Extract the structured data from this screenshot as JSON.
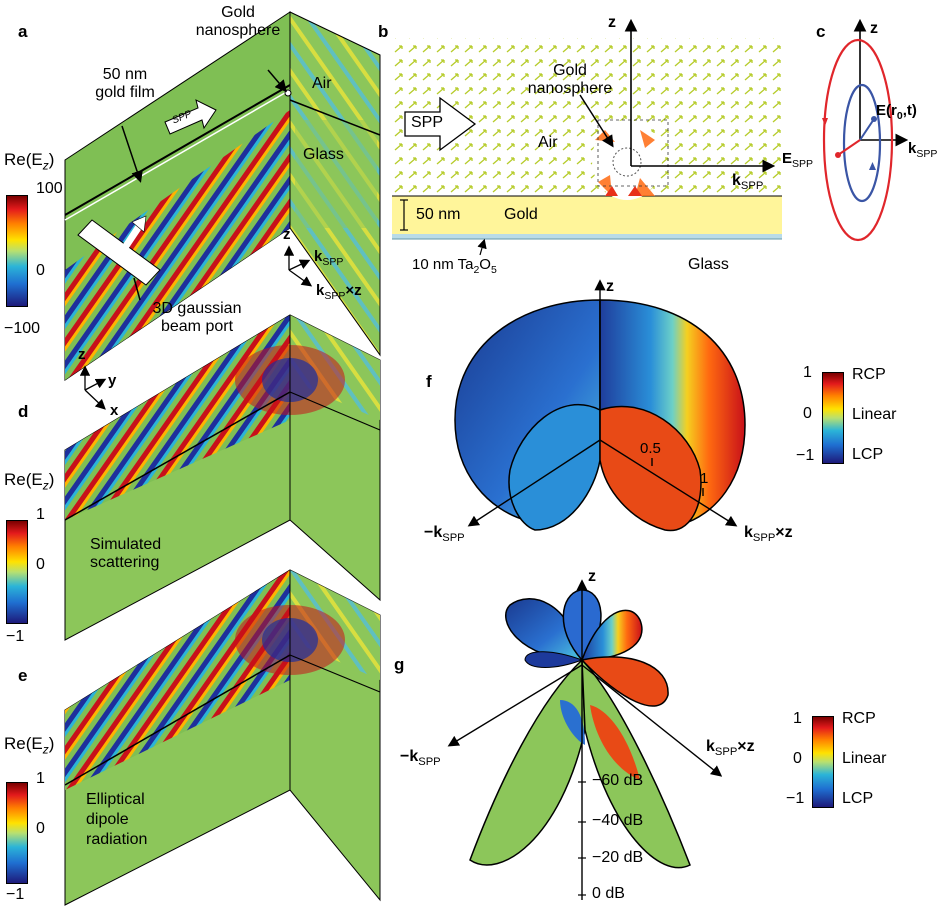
{
  "panels": {
    "a": {
      "label": "a",
      "gold_nanosphere": [
        "Gold",
        "nanosphere"
      ],
      "gold_film": [
        "50 nm",
        "gold film"
      ],
      "spp_badge": "SPP",
      "air": "Air",
      "glass": "Glass",
      "field_label": "Re(E",
      "field_sub": "z",
      "cbar_max": "100",
      "cbar_mid": "0",
      "cbar_min": "−100",
      "beam_port": [
        "3D gaussian",
        "beam port"
      ],
      "axis_z": "z",
      "axis_k": "k",
      "axis_k_sub": "SPP",
      "axis_kxz": "k",
      "axis_kxz_sub": "SPP",
      "axis_kxz_tail": "×z"
    },
    "b": {
      "label": "b",
      "spp_arrow": "SPP",
      "gold_nanosphere": [
        "Gold",
        "nanosphere"
      ],
      "air": "Air",
      "gold_thickness": "50 nm",
      "gold": "Gold",
      "glass": "Glass",
      "ta2o5": "10 nm Ta",
      "ta2o5_sub1": "2",
      "ta2o5_mid": "O",
      "ta2o5_sub2": "5",
      "axis_z": "z",
      "axis_k": "k",
      "axis_k_sub": "SPP"
    },
    "c": {
      "label": "c",
      "axis_z": "z",
      "field": "E(r",
      "field_sub": "0",
      "field_tail": ",t)",
      "espp": "E",
      "espp_sub": "SPP",
      "kspp": "k",
      "kspp_sub": "SPP"
    },
    "d": {
      "label": "d",
      "field_label": "Re(E",
      "field_sub": "z",
      "cbar_max": "1",
      "cbar_mid": "0",
      "cbar_min": "−1",
      "caption": [
        "Simulated",
        "scattering"
      ],
      "axis_z": "z",
      "axis_y": "y",
      "axis_x": "x"
    },
    "e": {
      "label": "e",
      "field_label": "Re(E",
      "field_sub": "z",
      "cbar_max": "1",
      "cbar_mid": "0",
      "cbar_min": "−1",
      "caption": [
        "Elliptical",
        "dipole",
        "radiation"
      ]
    },
    "f": {
      "label": "f",
      "axis_z": "z",
      "tick_half": "0.5",
      "tick_one": "1",
      "axis_neg_k": "−k",
      "axis_neg_k_sub": "SPP",
      "axis_kxz": "k",
      "axis_kxz_sub": "SPP",
      "axis_kxz_tail": "×z",
      "cbar_max": "1",
      "cbar_mid": "0",
      "cbar_min": "−1",
      "cbar_rcp": "RCP",
      "cbar_linear": "Linear",
      "cbar_lcp": "LCP"
    },
    "g": {
      "label": "g",
      "axis_z": "z",
      "axis_neg_k": "−k",
      "axis_neg_k_sub": "SPP",
      "axis_kxz": "k",
      "axis_kxz_sub": "SPP",
      "axis_kxz_tail": "×z",
      "db_ticks": [
        "−60 dB",
        "−40 dB",
        "−20 dB",
        "0 dB"
      ],
      "cbar_max": "1",
      "cbar_mid": "0",
      "cbar_min": "−1",
      "cbar_rcp": "RCP",
      "cbar_linear": "Linear",
      "cbar_lcp": "LCP"
    }
  },
  "colors": {
    "field_green": "#7fbf54",
    "gold_layer": "#fff59a",
    "glass_line": "#88b8d8",
    "red_orbit": "#e0262b",
    "blue_orbit": "#3a55a5",
    "lcp": "#1d1a7a",
    "rcp": "#8a0000"
  }
}
